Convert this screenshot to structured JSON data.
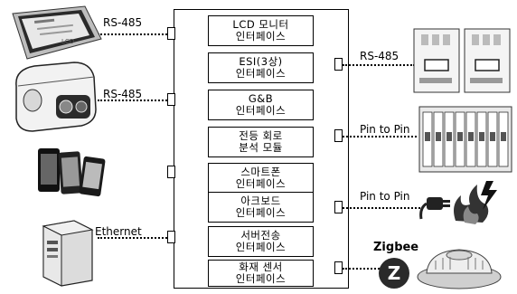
{
  "modules": [
    {
      "line1": "LCD 모니터",
      "line2": "인터페이스"
    },
    {
      "line1": "ESI(3상)",
      "line2": "인터페이스"
    },
    {
      "line1": "G&B",
      "line2": "인터페이스"
    },
    {
      "line1": "전등 회로",
      "line2": "분석 모듈"
    },
    {
      "line1": "스마트폰",
      "line2": "인터페이스"
    },
    {
      "line1": "아크보드",
      "line2": "인터페이스"
    },
    {
      "line1": "서버전송",
      "line2": "인터페이스"
    },
    {
      "line1": "화재 센서",
      "line2": "인터페이스"
    }
  ],
  "connections": {
    "lcd": "RS-485",
    "printer": "RS-485",
    "server": "Ethernet",
    "esi": "RS-485",
    "lighting": "Pin to Pin",
    "arc": "Pin to Pin"
  },
  "devices": {
    "zigbee_label": "Zigbee",
    "zigbee_badge": "Z",
    "monitor_screen": "LCD"
  },
  "icons": [
    "lcd-monitor-icon",
    "printer-icon",
    "smartphones-icon",
    "server-pc-icon",
    "breaker-panel-icon",
    "circuit-breakers-icon",
    "arc-fire-plug-icon",
    "zigbee-logo-icon",
    "smoke-detector-icon"
  ]
}
